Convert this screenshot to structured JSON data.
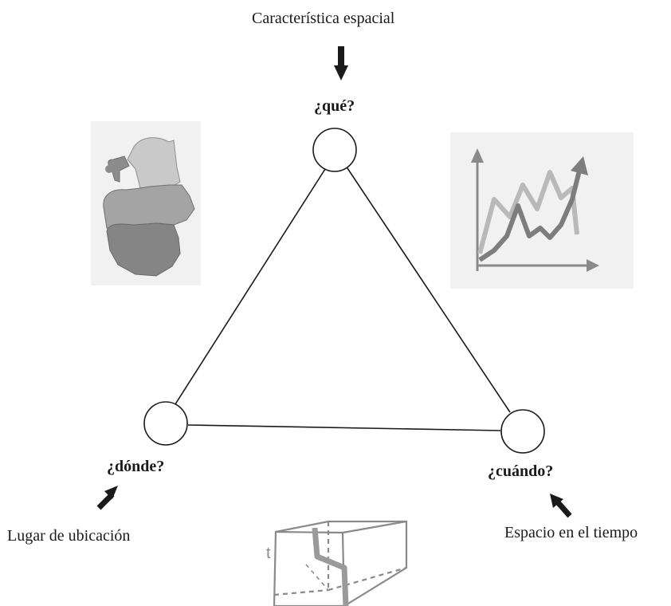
{
  "vertices": {
    "top": {
      "question": "¿qué?",
      "caption": "Característica espacial"
    },
    "left": {
      "question": "¿dónde?",
      "caption": "Lugar de ubicación"
    },
    "right": {
      "question": "¿cuándo?",
      "caption": "Espacio en el tiempo"
    }
  },
  "cube": {
    "axis_label": "t"
  },
  "colors": {
    "line": "#1a1a1a",
    "arrow": "#1a1a1a",
    "map_light": "#c9c9c9",
    "map_mid": "#a4a4a4",
    "map_dark": "#858585",
    "panel_bg": "#f1f1f1",
    "chart_light": "#b9b9b9",
    "chart_dark": "#7d7d7d",
    "cube_line": "#8a8a8a",
    "cube_path": "#9a9a9a"
  },
  "icons": [
    "down-arrow-icon",
    "map-icon",
    "time-series-chart-icon",
    "space-time-cube-icon",
    "up-right-arrow-icon",
    "up-left-arrow-icon"
  ]
}
